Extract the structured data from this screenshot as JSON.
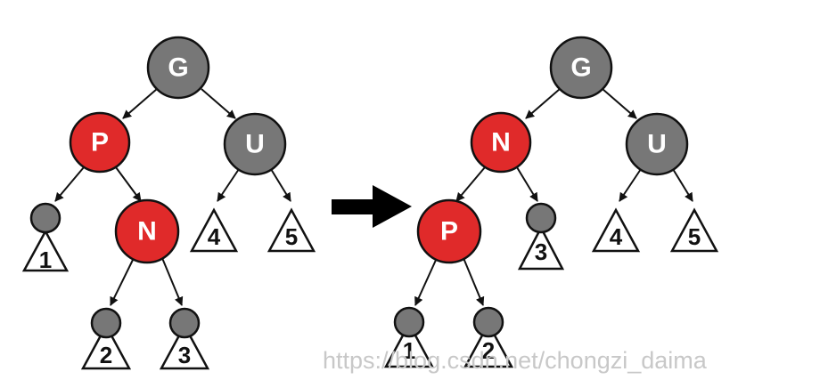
{
  "colors": {
    "black_node": "#777777",
    "red_node": "#e02a2a",
    "stroke": "#111111"
  },
  "diagram": {
    "before": {
      "nodes": [
        {
          "id": "G",
          "label": "G",
          "color": "black",
          "parent": null
        },
        {
          "id": "P",
          "label": "P",
          "color": "red",
          "parent": "G"
        },
        {
          "id": "U",
          "label": "U",
          "color": "black",
          "parent": "G"
        },
        {
          "id": "N",
          "label": "N",
          "color": "red",
          "parent": "P"
        }
      ],
      "subtrees": [
        {
          "label": "1",
          "parent": "P"
        },
        {
          "label": "2",
          "parent": "N"
        },
        {
          "label": "3",
          "parent": "N"
        },
        {
          "label": "4",
          "parent": "U"
        },
        {
          "label": "5",
          "parent": "U"
        }
      ]
    },
    "after": {
      "nodes": [
        {
          "id": "G",
          "label": "G",
          "color": "black",
          "parent": null
        },
        {
          "id": "N",
          "label": "N",
          "color": "red",
          "parent": "G"
        },
        {
          "id": "U",
          "label": "U",
          "color": "black",
          "parent": "G"
        },
        {
          "id": "P",
          "label": "P",
          "color": "red",
          "parent": "N"
        }
      ],
      "subtrees": [
        {
          "label": "1",
          "parent": "P"
        },
        {
          "label": "2",
          "parent": "P"
        },
        {
          "label": "3",
          "parent": "N"
        },
        {
          "label": "4",
          "parent": "U"
        },
        {
          "label": "5",
          "parent": "U"
        }
      ]
    },
    "arrow_icon": "right-arrow-icon"
  },
  "watermark": "https://blog.csdn.net/chongzi_daima"
}
